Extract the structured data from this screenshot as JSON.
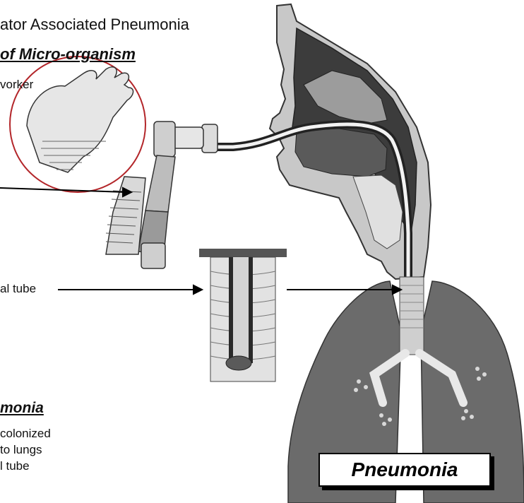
{
  "title": "ator Associated Pneumonia",
  "transmission_heading": "of Micro-organism",
  "labels": {
    "worker": "vorker",
    "tube": "al tube"
  },
  "pneumonia_section": {
    "heading": "monia",
    "lines": [
      "colonized",
      "to lungs",
      "l tube"
    ]
  },
  "box_label": "Pneumonia",
  "colors": {
    "lung": "#6b6b6b",
    "tissue": "#bdbdbd",
    "dark_tissue": "#3c3c3c",
    "circle": "#b3262a"
  }
}
